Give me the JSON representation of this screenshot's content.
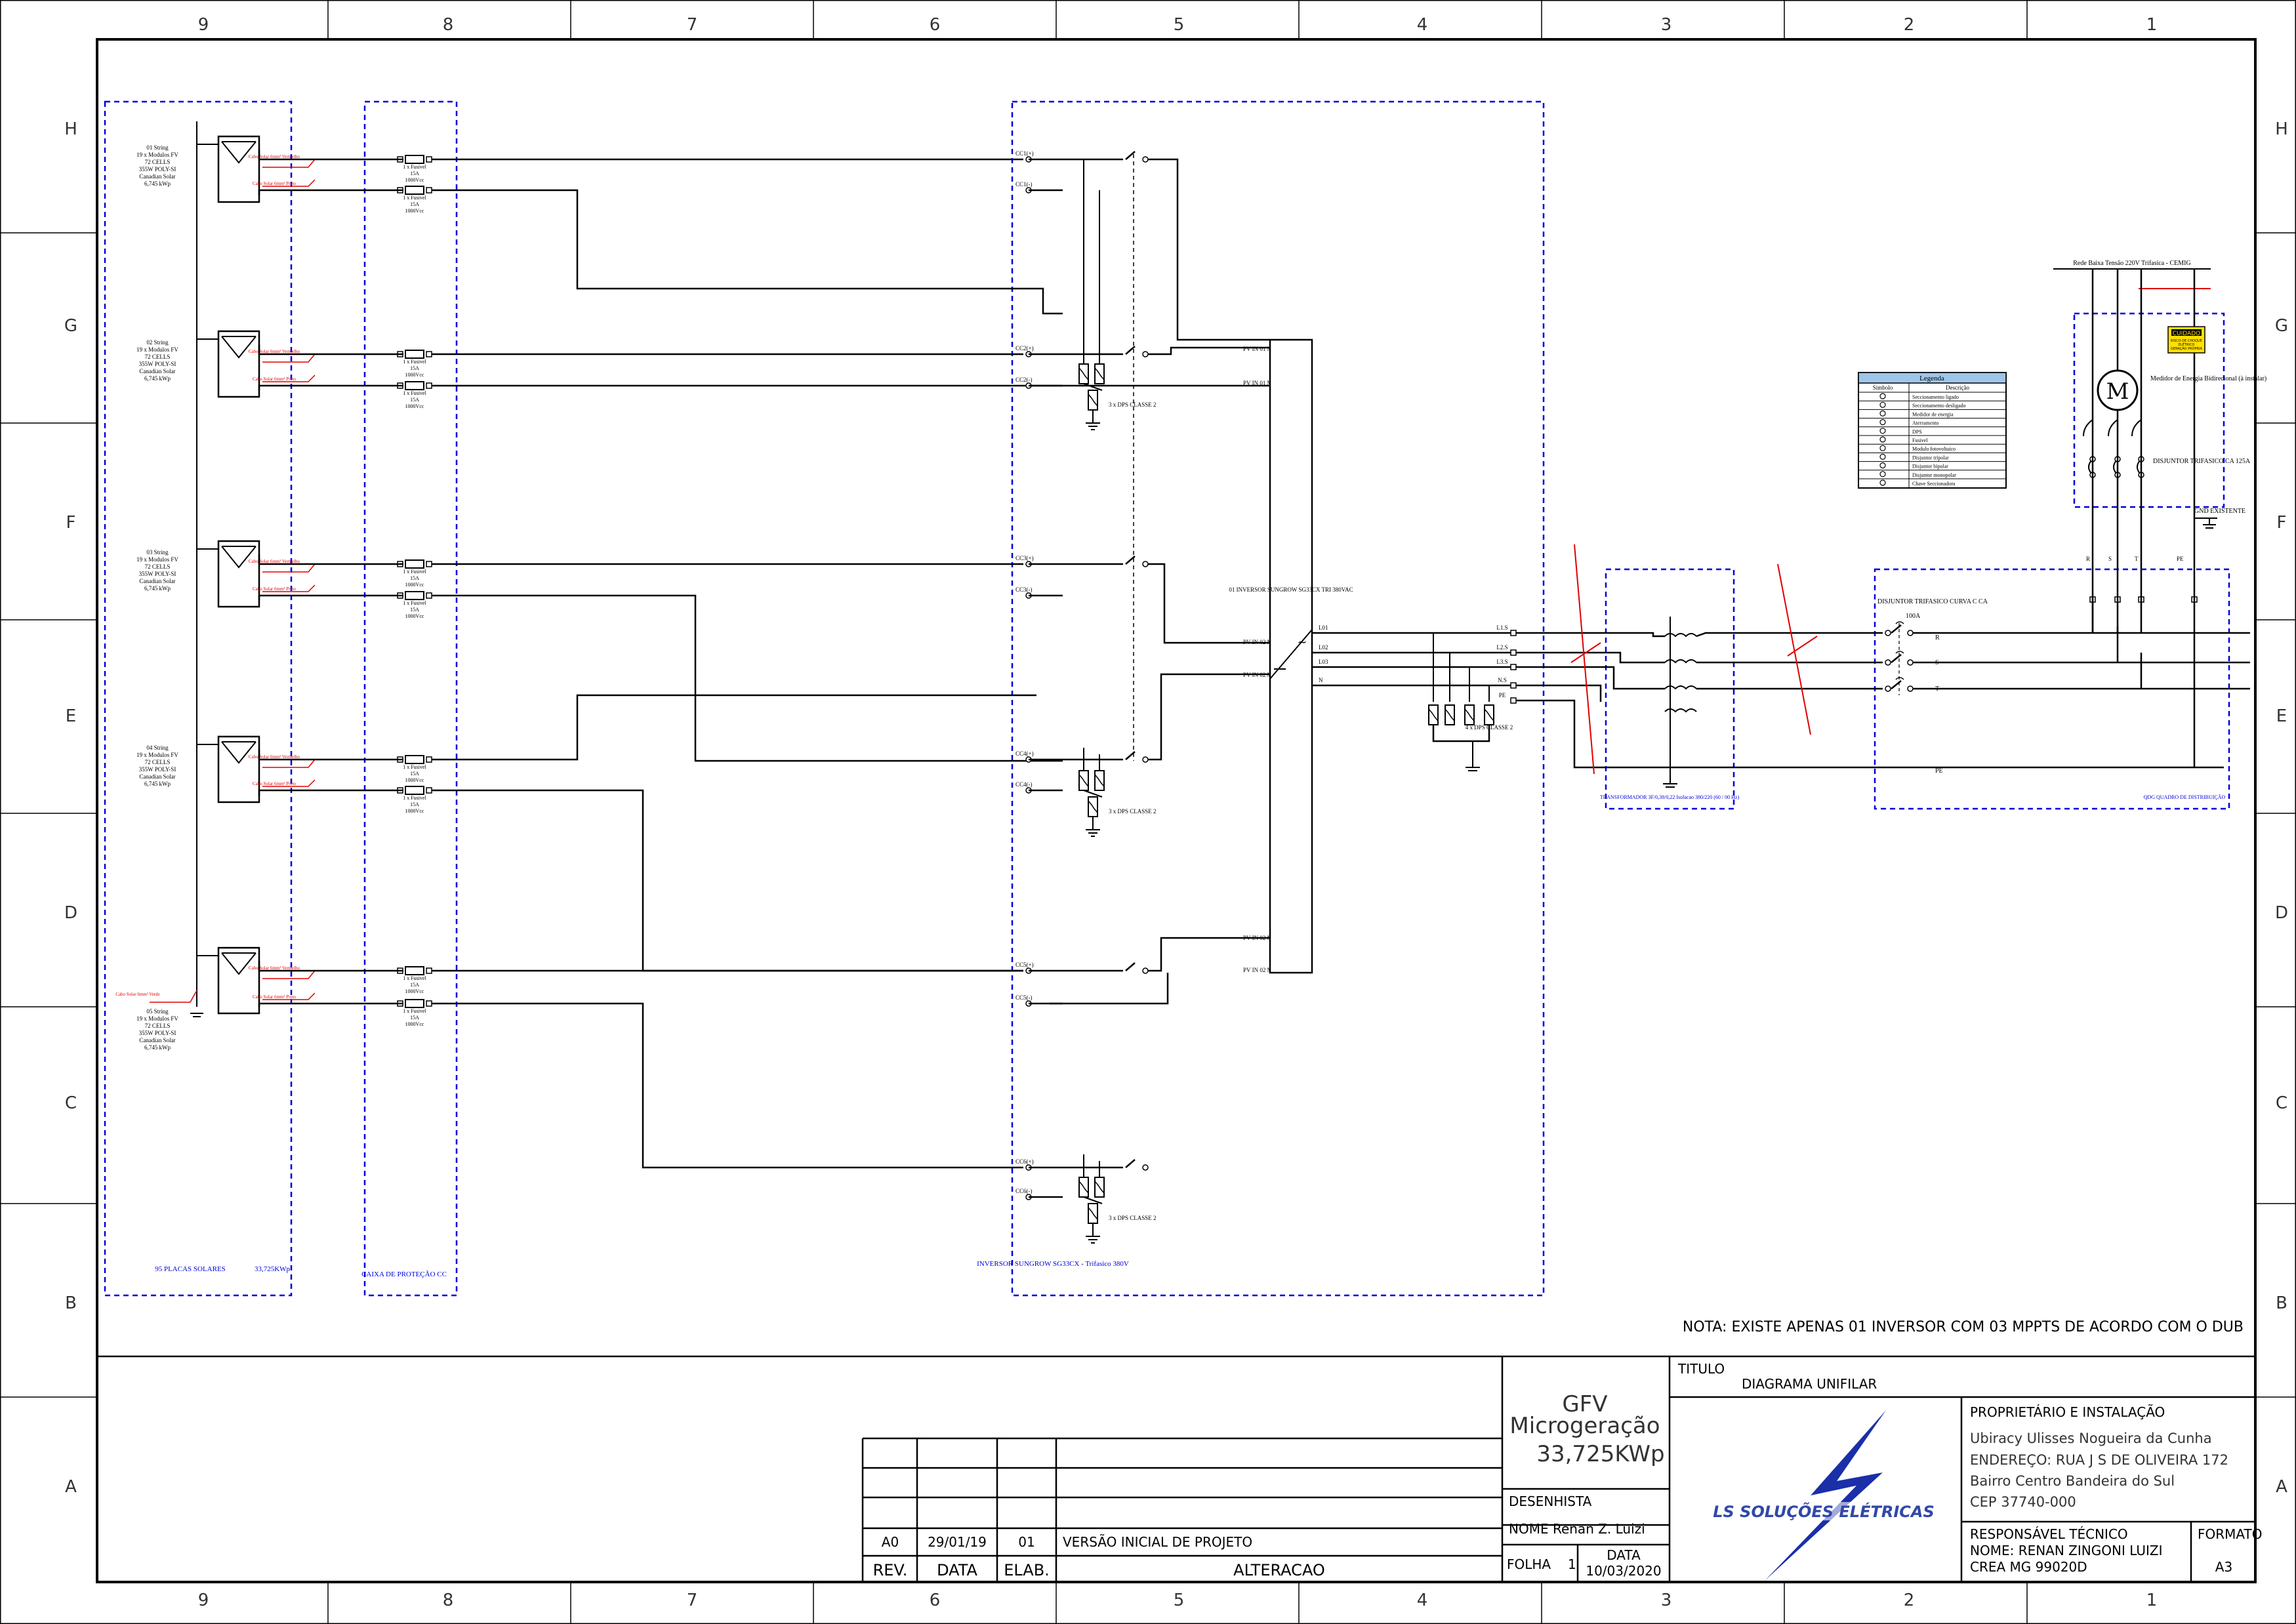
{
  "frame": {
    "columns": [
      "9",
      "8",
      "7",
      "6",
      "5",
      "4",
      "3",
      "2",
      "1"
    ],
    "rows": [
      "H",
      "G",
      "F",
      "E",
      "D",
      "C",
      "B",
      "A"
    ]
  },
  "note": "NOTA: EXISTE APENAS 01 INVERSOR COM 03 MPPTS DE ACORDO COM O DUB",
  "strings": [
    {
      "title": "01 String",
      "lines": [
        "19 x Modulos FV",
        "72 CELLS",
        "355W POLY-SI",
        "Canadian Solar",
        "6,745 kWp"
      ]
    },
    {
      "title": "02 String",
      "lines": [
        "19 x Modulos FV",
        "72 CELLS",
        "355W POLY-SI",
        "Canadian Solar",
        "6,745 kWp"
      ]
    },
    {
      "title": "03 String",
      "lines": [
        "19 x Modulos FV",
        "72 CELLS",
        "355W POLY-SI",
        "Canadian Solar",
        "6,745 kWp"
      ]
    },
    {
      "title": "04 String",
      "lines": [
        "19 x Modulos FV",
        "72 CELLS",
        "355W POLY-SI",
        "Canadian Solar",
        "6,745 kWp"
      ]
    },
    {
      "title": "05 String",
      "lines": [
        "19 x Modulos FV",
        "72 CELLS",
        "355W POLY-SI",
        "Canadian Solar",
        "6,745 kWp"
      ]
    }
  ],
  "cable_labels": {
    "pos": "Cabo Solar 6mm² Vermelho",
    "neg": "Cabo Solar 6mm² Preto",
    "ground": "Cabo Solar 6mm² Verde"
  },
  "fuse_label": [
    "1 x Fusivel",
    "15A",
    "1000Vcc"
  ],
  "box_labels": {
    "panels": "95 PLACAS SOLARES",
    "panels_power": "33,725KWp",
    "caixa": "CAIXA DE PROTEÇÃO CC",
    "inverter_box": "INVERSOR SUNGROW SG33CX - Trifasico 380V"
  },
  "cc_labels": [
    "CC1(+)",
    "CC1(-)",
    "CC2(+)",
    "CC2(-)",
    "CC3(+)",
    "CC3(-)",
    "CC4(+)",
    "CC4(-)",
    "CC5(+)",
    "CC5(-)",
    "CC6(+)",
    "CC6(-)"
  ],
  "dps_labels": [
    "3 x DPS CLASSE 2",
    "3 x DPS CLASSE 2",
    "3 x DPS CLASSE 2"
  ],
  "inverter": {
    "title": "01 INVERSOR SUNGROW SG33CX TRI 380VAC",
    "inputs": [
      "PV IN 01 MPPT01",
      "PV IN 01 MPPT01",
      "PV IN 02 MPPT02",
      "PV IN 02 MPPT02",
      "PV IN 02 MPPT02",
      "PV IN 02 MPPT02"
    ],
    "outputs": [
      "L01",
      "L02",
      "L03",
      "N"
    ]
  },
  "ac_labels": [
    "L1.S",
    "L2.S",
    "L3.S",
    "N.S",
    "PE"
  ],
  "dps_ac": "4 x DPS CLASSE 2",
  "transformer": {
    "label": "TRANSFORMADOR 3F/0,38/0,22 Isolacao 380/220 (60 / 00 Hz)"
  },
  "breaker": {
    "title": "DISJUNTOR TRIFASICO CURVA C CA",
    "rating": "100A",
    "phases": [
      "R",
      "S",
      "T"
    ],
    "pe": "PE",
    "qd": "QDG QUADRO DE DISTRIBUIÇÃO"
  },
  "grid": {
    "title": "Rede Baixa Tensão 220V Trifasica - CEMIG",
    "meter": "Medidor de Energia Bidirecional (à instalar)",
    "breaker": "DISJUNTOR TRIFASICO CA 125A",
    "ground": "GND EXISTENTE",
    "phases": [
      "R",
      "S",
      "T",
      "PE"
    ],
    "warning": "CUIDADO",
    "warning_sub": [
      "RISCO DE CHOQUE",
      "ELÉTRICO",
      "GERAÇÃO PRÓPRIA"
    ]
  },
  "legend": {
    "title": "Legenda",
    "headers": [
      "Simbolo",
      "Descrição"
    ],
    "rows": [
      "Seccionamento ligado",
      "Seccionamento desligado",
      "Medidor de energia",
      "Aterramento",
      "DPS",
      "Fusivel",
      "Modulo fotovoltaico",
      "Disjuntor tripolar",
      "Disjuntor bipolar",
      "Disjuntor monopolar",
      "Chave Seccionadora"
    ]
  },
  "titleblock": {
    "project_title": "GFV",
    "project_sub": "Microgeração",
    "project_power": "33,725KWp",
    "titulo_label": "TITULO",
    "titulo": "DIAGRAMA UNIFILAR",
    "owner_label": "PROPRIETÁRIO E INSTALAÇÃO",
    "owner_lines": [
      "Ubiracy Ulisses Nogueira da Cunha",
      "ENDEREÇO: RUA J S DE OLIVEIRA 172",
      "Bairro Centro Bandeira do Sul",
      "CEP 37740-000"
    ],
    "desenhista_label": "DESENHISTA",
    "desenhista": "NOME Renan Z. Luizi",
    "folha_label": "FOLHA",
    "folha": "1",
    "data_label": "DATA",
    "data": "10/03/2020",
    "resp_label": "RESPONSÁVEL TÉCNICO",
    "resp_name": "NOME: RENAN ZINGONI LUIZI",
    "crea": "CREA   MG 99020D",
    "formato_label": "FORMATO",
    "formato": "A3",
    "logo_text": "LS SOLUÇÕES ELÉTRICAS",
    "rev": {
      "rev": "A0",
      "date": "29/01/19",
      "elab": "01",
      "desc": "VERSÃO INICIAL DE PROJETO"
    },
    "rev_headers": [
      "REV.",
      "DATA",
      "ELAB.",
      "ALTERACAO"
    ]
  }
}
